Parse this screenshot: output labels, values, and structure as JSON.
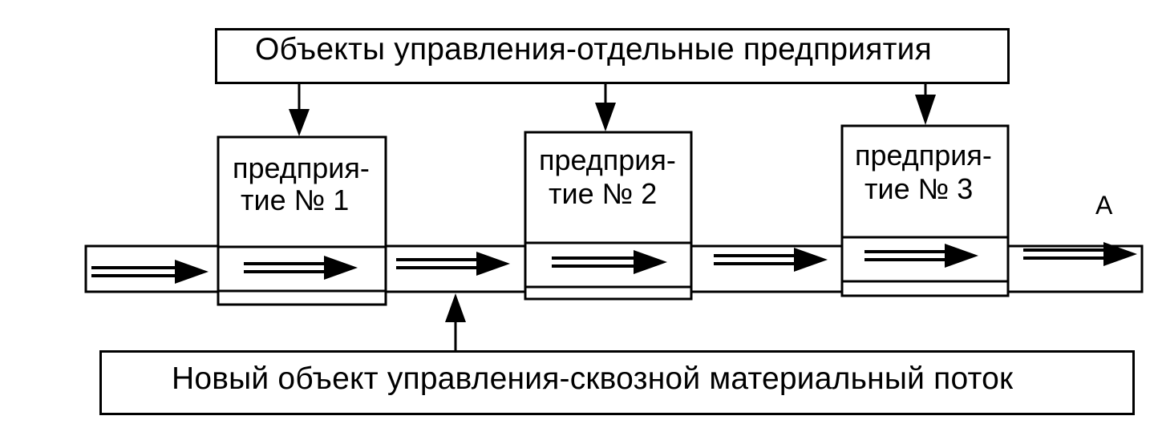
{
  "top_box": {
    "text": "Объекты управления-отдельные предприятия"
  },
  "bottom_box": {
    "text": "Новый объект управления-сквозной материальный поток"
  },
  "enterprises": [
    {
      "line1": "предприя-",
      "line2": "тие № 1"
    },
    {
      "line1": "предприя-",
      "line2": "тие № 2"
    },
    {
      "line1": "предприя-",
      "line2": "тие № 3"
    }
  ],
  "flow_end_label": "А"
}
